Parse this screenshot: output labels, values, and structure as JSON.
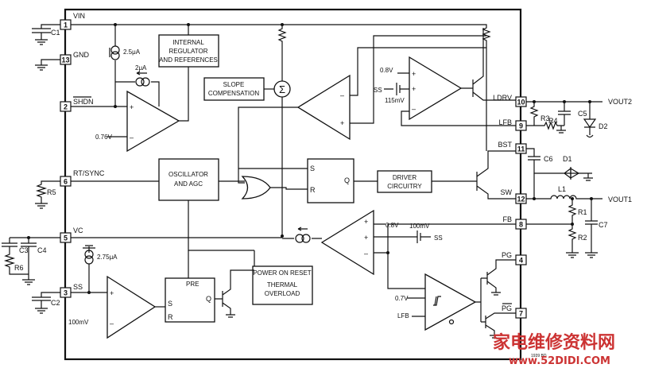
{
  "pins": {
    "vin": {
      "num": "1",
      "label": "VIN"
    },
    "gnd": {
      "num": "13",
      "label": "GND"
    },
    "shdn": {
      "num": "2",
      "label": "SHDN"
    },
    "rt_sync": {
      "num": "6",
      "label": "RT/SYNC"
    },
    "vc": {
      "num": "5",
      "label": "VC"
    },
    "ss": {
      "num": "3",
      "label": "SS"
    },
    "ldrv": {
      "num": "10",
      "label": "LDRV"
    },
    "lfb": {
      "num": "9",
      "label": "LFB"
    },
    "bst": {
      "num": "11",
      "label": "BST"
    },
    "sw": {
      "num": "12",
      "label": "SW"
    },
    "fb": {
      "num": "8",
      "label": "FB"
    },
    "pg": {
      "num": "4",
      "label": "PG"
    },
    "pg_bar": {
      "num": "7",
      "label": "PG"
    }
  },
  "blocks": {
    "regulator": "INTERNAL\nREGULATOR\nAND REFERENCES",
    "slope": "SLOPE\nCOMPENSATION",
    "oscillator": "OSCILLATOR\nAND AGC",
    "driver": "DRIVER\nCIRCUITRY",
    "por": "POWER ON RESET",
    "thermal": "THERMAL\nOVERLOAD",
    "sum_symbol": "Σ"
  },
  "latch": {
    "s": "S",
    "r": "R",
    "q": "Q"
  },
  "pre_latch": {
    "title": "PRE",
    "s": "S",
    "r": "R",
    "q": "Q"
  },
  "labels": {
    "i_2p5ua": "2.5μA",
    "i_2ua": "2μA",
    "i_2p75ua": "2.75μA",
    "v_076": "0.76V",
    "v_08_top": "0.8V",
    "ss_top": "SS",
    "v_115mv": "115mV",
    "v_08_mid": "0.8V",
    "v_100mv_mid": "100mV",
    "ss_mid": "SS",
    "v_100mv_low": "100mV",
    "v_07": "0.7V",
    "lfb_in": "LFB",
    "plus": "+",
    "minus": "–"
  },
  "components": {
    "c1": "C1",
    "c2": "C2",
    "c3": "C3",
    "c4": "C4",
    "c5": "C5",
    "c6": "C6",
    "c7": "C7",
    "r1": "R1",
    "r2": "R2",
    "r3": "R3",
    "r4": "R4",
    "r5": "R5",
    "r6": "R6",
    "l1": "L1",
    "d1": "D1",
    "d2": "D2"
  },
  "outputs": {
    "vout2": "VOUT2",
    "vout1": "VOUT1"
  },
  "figure_code": "1939 BD",
  "watermark": {
    "cn": "家电维修资料网",
    "url": "www.52DIDI.COM"
  }
}
